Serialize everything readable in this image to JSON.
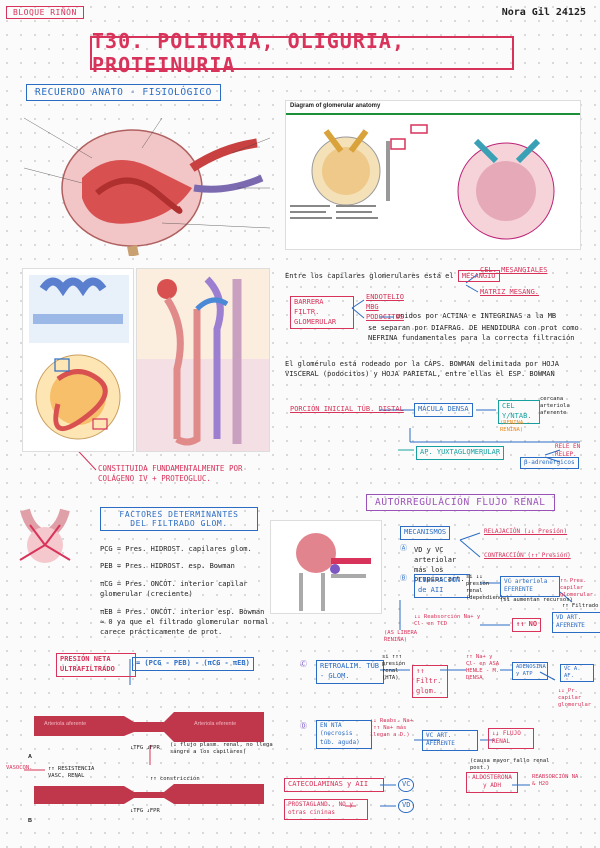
{
  "header": {
    "tag": "BLOQUE RIÑÓN",
    "date": "Nora Gil 24125",
    "title": "T30. POLIURIA, OLIGURIA, PROTEINURIA"
  },
  "recuerdo": {
    "heading": "RECUERDO ANATO - FISIOLÓGICO",
    "diagram_title": "Diagram of glomerular anatomy"
  },
  "bullets": {
    "b1_pre": "Entre los capilares glomerulares está el",
    "b1_box": "MESANGIO",
    "b1_opt1": "CEL. MESANGIALES",
    "b1_opt2": "MATRIZ MESANG.",
    "barrera": "BARRERA FILTR. GLOMERULAR",
    "barrera_items": [
      "ENDOTELIO",
      "MBG",
      "PODOCITOS"
    ],
    "barrera_note": "unidos por ACTINA e INTEGRINAS a la MB",
    "barrera_note2": "se separan por DIAFRAG. DE HENDIDURA con prot como NEFRINA fundamentales para la correcta filtración",
    "b2": "El glomérulo está rodeado por la CÁPS. BOWMAN delimitada por HOJA VISCERAL (podocitos) y HOJA PARIETAL, entre ellas el ESP. BOWMAN",
    "b3_pre": "PORCIÓN INICIAL TÚB. DISTAL",
    "b3_box": "MÁCULA DENSA",
    "b3_cel": "CEL Y/NTAB.",
    "b3_cel2": "(RENINA - RENINA)",
    "b3_right": "cercana arteriola aferente",
    "ap_box": "AP. YUXTAGLOMERULAR",
    "ap_r1": "RELE EN RELEP.",
    "ap_r2": "β-adrenérgicos",
    "constituida": "CONSTITUIDA FUNDAMENTALMENTE POR COLÁGENO IV + PROTEOGLUC."
  },
  "factores": {
    "heading": "FACTORES DETERMINANTES DEL FILTRADO GLOM.",
    "items": [
      "PCG = Pres. HIDROST. capilares glom.",
      "PEB = Pres. HIDROST. esp. Bowman",
      "πCG = Pres. ONCÓT. interior capilar glomerular (creciente)",
      "πEB = Pres. ONCÓT. interior esp. Bowman ≈ 0 ya que el filtrado glomerular normal carece prácticamente de prot."
    ],
    "pnf_label": "PRESIÓN NETA ULTRAFILTRADO",
    "pnf_formula": "= (PCG - PEB) - (πCG - πEB)"
  },
  "autoreg": {
    "heading": "AUTORREGULACIÓN FLUJO RENAL",
    "mecanismos": "MECANISMOS",
    "a_text": "VD y VC arteriolar más los propios art.",
    "a_opt1": "RELAJACIÓN (↓↓ Presión)",
    "a_opt2": "CONTRACCIÓN (↑↑ Presión)",
    "b_box": "LIBERACIÓN de AII",
    "b_note": "si ↓↓ presión renal (dependiendo)",
    "b_r1": "VC arteriola EFERENTE",
    "b_r1n": "(si aumentan recursos)",
    "b_r2": "↑↑ Pres. capilar glomerular",
    "b_r3": "↑↑ Filtrado",
    "b_mid": "↓↓ Reabsorción Na+ y Cl- en TCD",
    "b_no": "↑↑ NO",
    "b_vd": "VD ART. AFERENTE",
    "b_side": "(AS LIBERA RENINA)",
    "c_box": "RETROALIM. TÚB - GLOM.",
    "c_note": "si ↑↑↑ presión renal (HTA)",
    "c_mid": "↑↑ Filtr. glom.",
    "c_na": "↑↑ Na+ y Cl- en ASA HENLE - M. DENSA",
    "c_ad": "ADENOSINA y ATP",
    "c_vc": "VC A. AF.",
    "c_res": "↓↓ Pr. capilar glomerular",
    "d_box": "EN NTA (necrosis túb. aguda)",
    "d_note": "↓↓ Reabs. Na+ (↑↑ Na+ más llegan a D.)",
    "d_vc": "VC ART. AFERENTE",
    "d_flujo": "↓↓ FLUJO RENAL",
    "d_sub": "(causa mayor fallo renal post.)",
    "cat": "CATECOLAMINAS y AII",
    "cat_r": "VC",
    "prost": "PROSTAGLAND., NO y otras cininas",
    "prost_r": "VD",
    "aldo": "ALDOSTERONA y ADH",
    "aldo_r": "REABSORCIÓN NA & H2O"
  },
  "tubes": {
    "a_left": "Arteriola aferente",
    "a_right": "Arteriola eferente",
    "a_note": "↑↑ RESISTENCIA VASC. RENAL",
    "a_caption": "(↓ flujo plasm. renal, no llega sangre a los capilares)",
    "a_bottom": "↓TFG ↓FPR",
    "b_note": "↑↑ constricción",
    "b_bottom": "↓TFG ↓FPR",
    "label_a": "A",
    "label_b": "B",
    "vasocon": "VASOCON."
  }
}
